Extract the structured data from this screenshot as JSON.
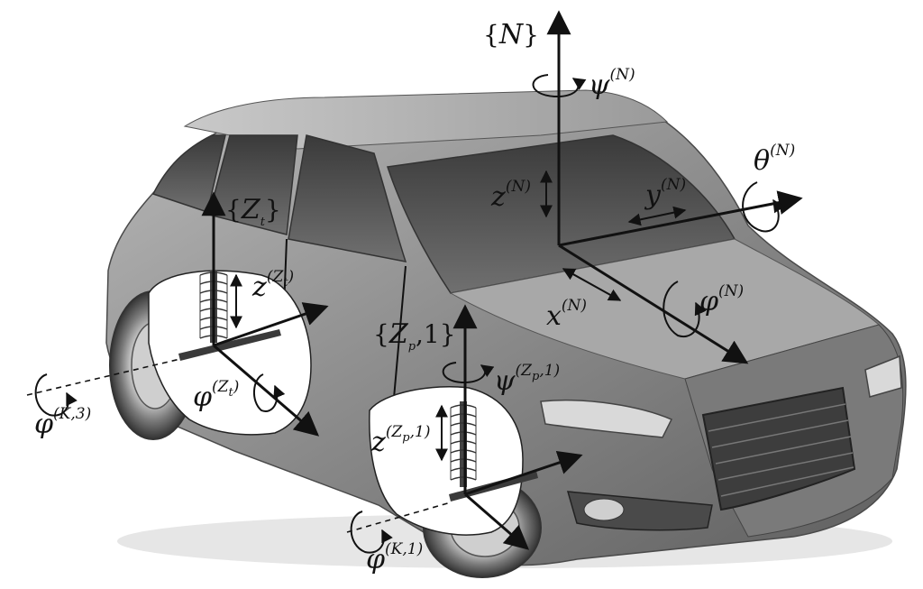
{
  "frames": {
    "N": {
      "name": "N"
    },
    "Zt": {
      "name": "Z",
      "sub": "t"
    },
    "Zp": {
      "name": "Z",
      "sub": "p",
      "idx": "1"
    }
  },
  "symbols": {
    "psi": "ψ",
    "theta": "θ",
    "phi": "φ",
    "x": "x",
    "y": "y",
    "z": "z",
    "N": "N",
    "Z": "Z",
    "t": "t",
    "p": "p",
    "K": "K",
    "one": "1",
    "three": "3"
  },
  "labels": {
    "psi_N": {
      "base": "ψ",
      "sup": "(N)"
    },
    "theta_N": {
      "base": "θ",
      "sup": "(N)"
    },
    "z_N": {
      "base": "z",
      "sup": "(N)"
    },
    "y_N": {
      "base": "y",
      "sup": "(N)"
    },
    "x_N": {
      "base": "x",
      "sup": "(N)"
    },
    "phi_N": {
      "base": "φ",
      "sup": "(N)"
    },
    "phi_K3": {
      "base": "φ",
      "sup": "(K,3)"
    },
    "phi_K1": {
      "base": "φ",
      "sup": "(K,1)"
    }
  },
  "colors": {
    "ink": "#111111",
    "car_body": "#8f8f8f",
    "car_glass": "#4a4a4a",
    "cutout": "#ffffff",
    "background": "#ffffff"
  }
}
